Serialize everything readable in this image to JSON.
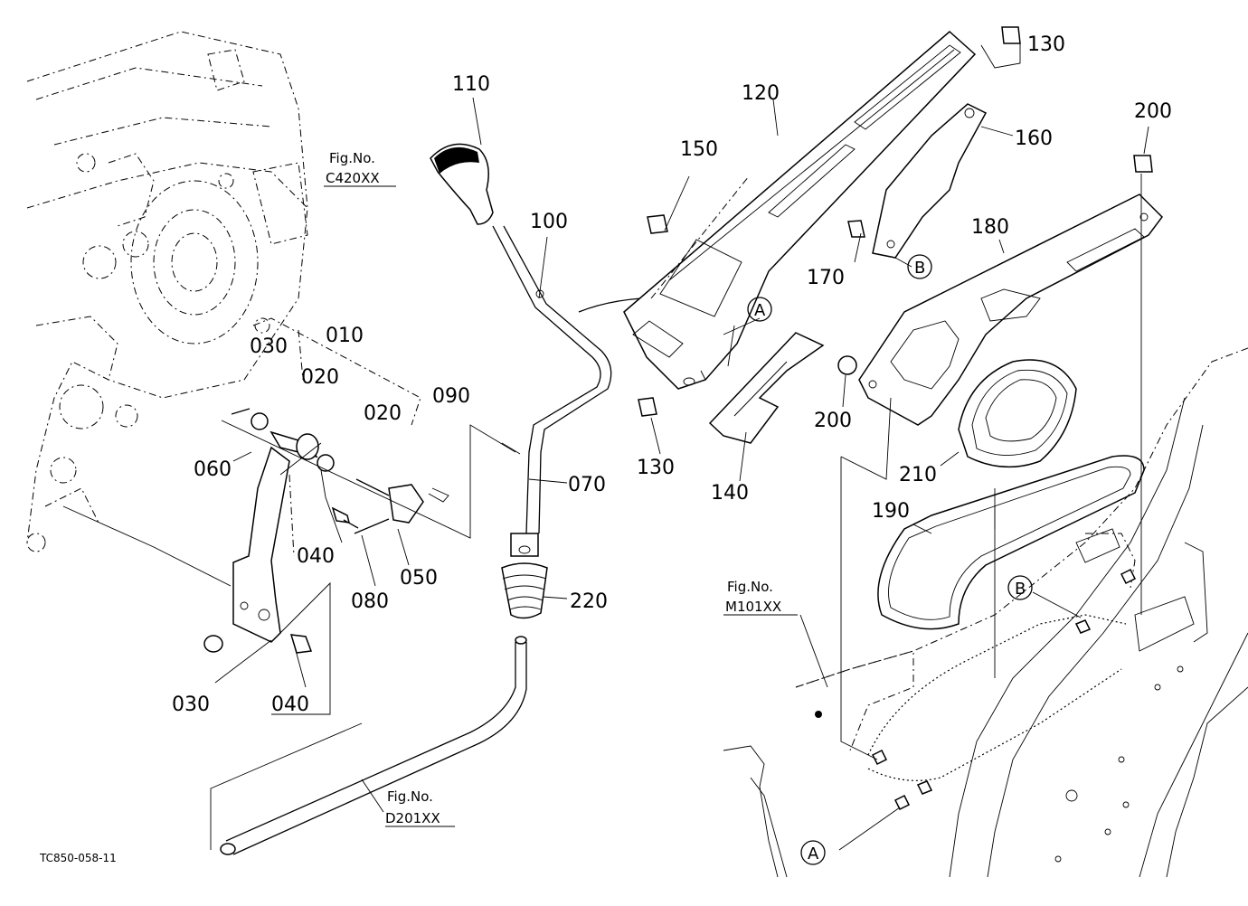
{
  "drawing_code": "TC850-058-11",
  "callouts": [
    "010",
    "020",
    "020",
    "030",
    "030",
    "040",
    "040",
    "050",
    "060",
    "070",
    "080",
    "090",
    "100",
    "110",
    "120",
    "130",
    "130",
    "140",
    "150",
    "160",
    "170",
    "180",
    "190",
    "200",
    "200",
    "210",
    "220"
  ],
  "fig_refs": [
    {
      "label": "Fig.No.",
      "code": "C420XX"
    },
    {
      "label": "Fig.No.",
      "code": "M101XX"
    },
    {
      "label": "Fig.No.",
      "code": "D201XX"
    }
  ],
  "ref_markers": [
    "A",
    "A",
    "B",
    "B"
  ]
}
